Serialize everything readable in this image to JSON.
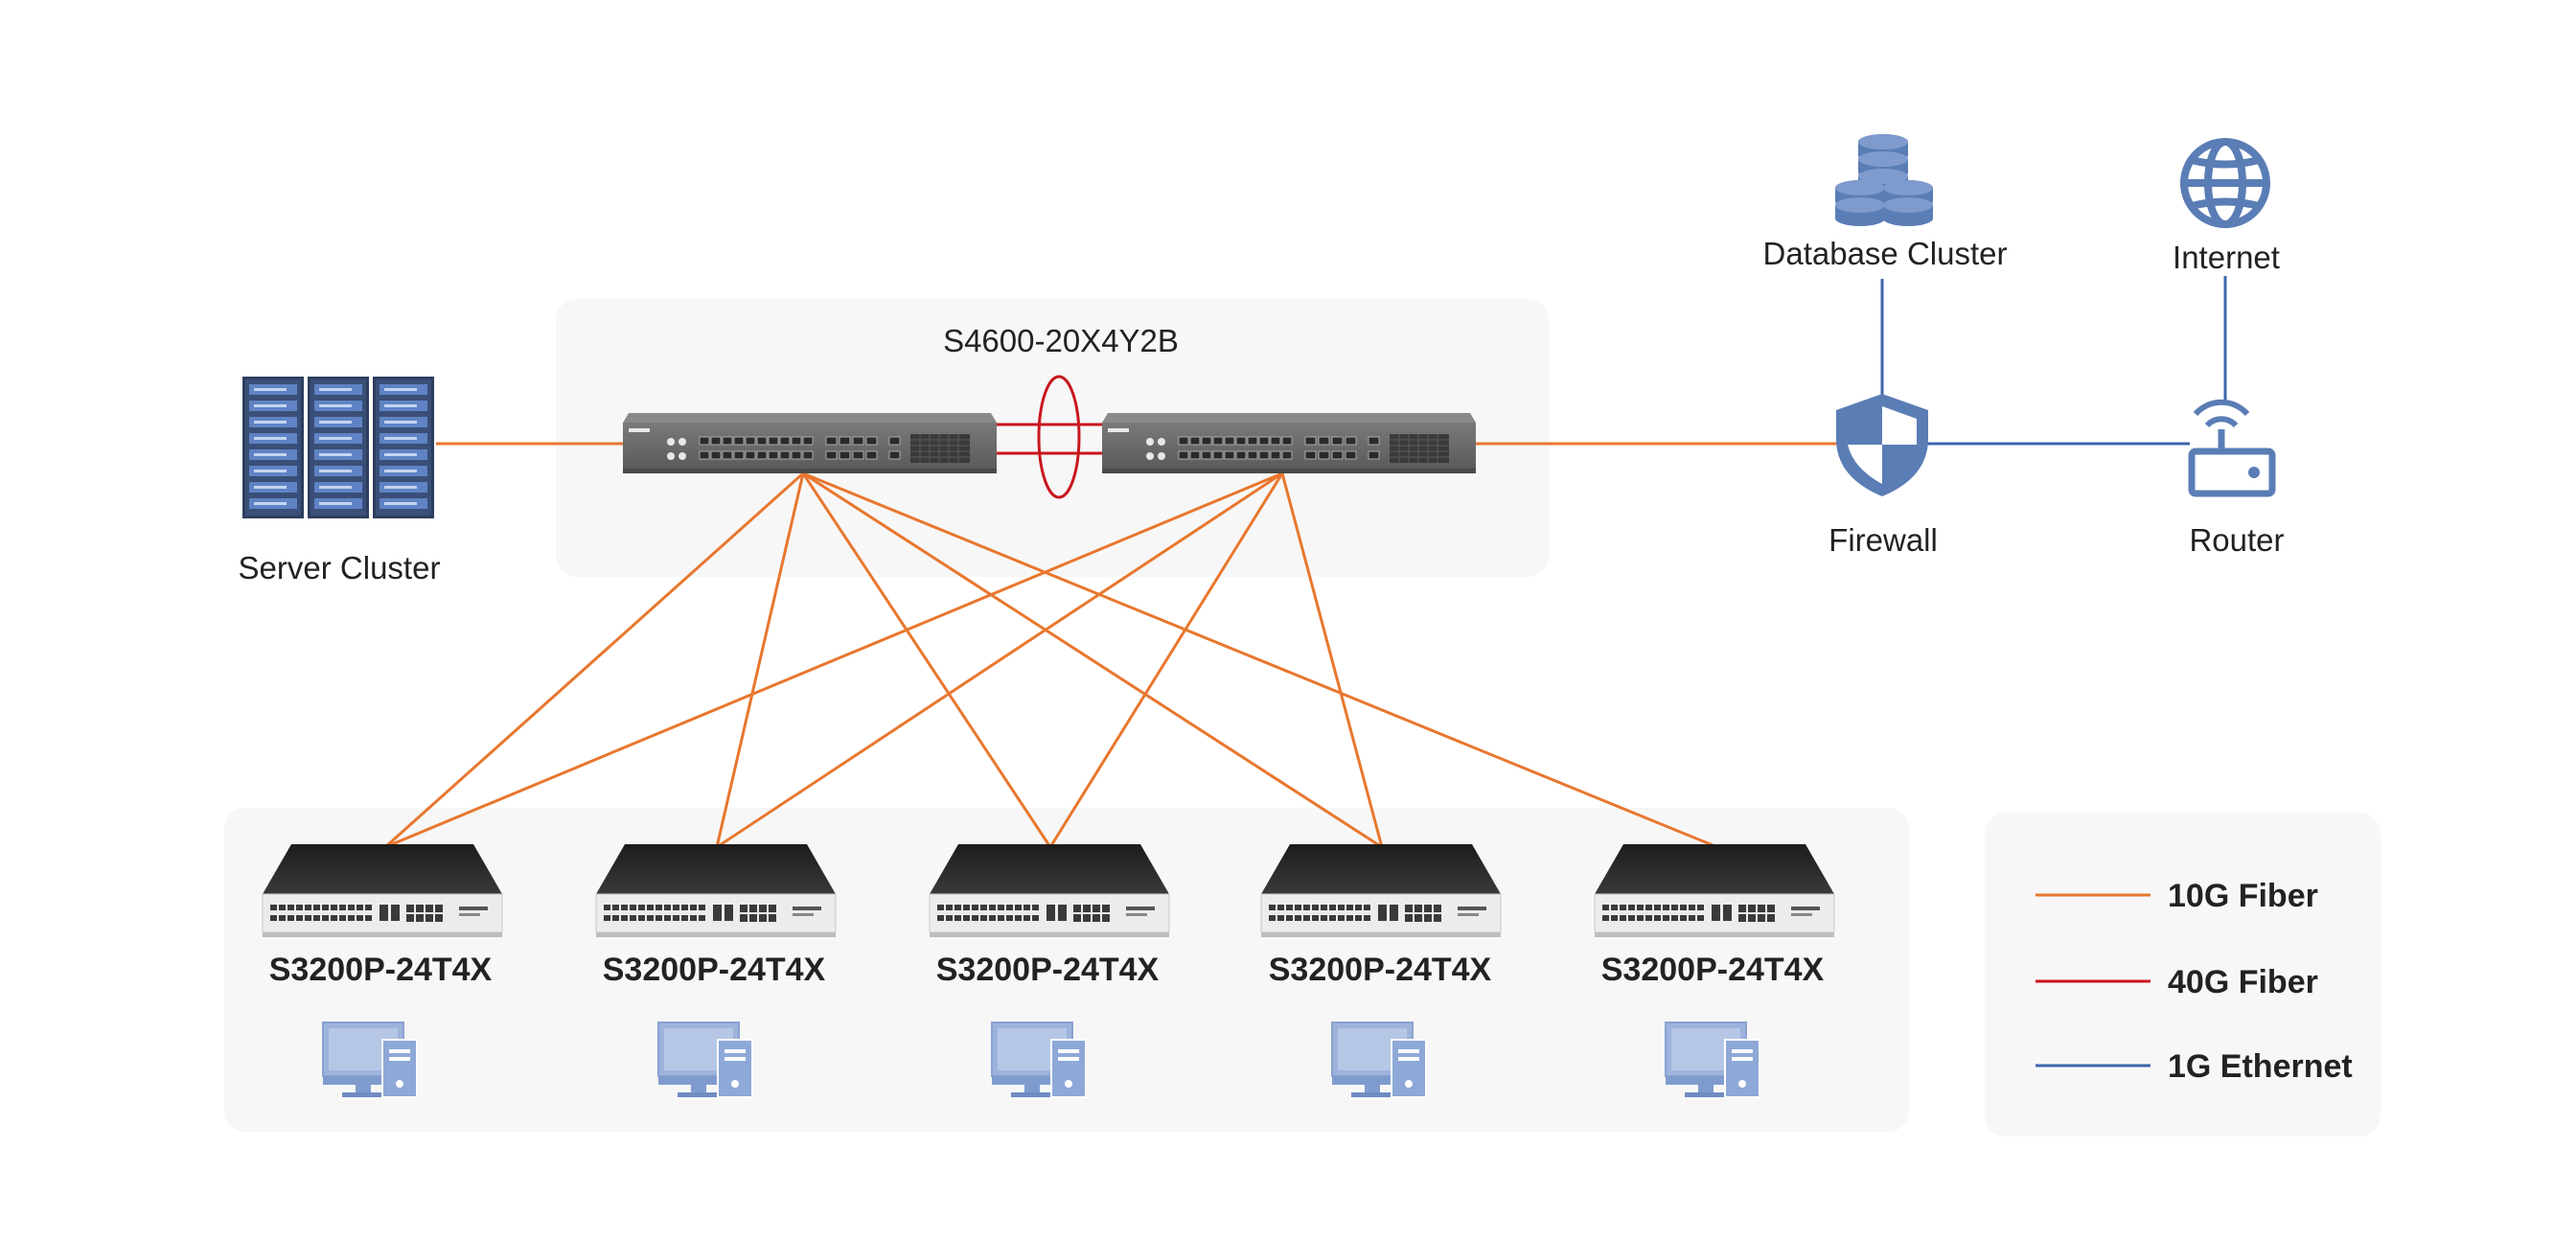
{
  "core_switch": {
    "label": "S4600-20X4Y2B"
  },
  "server_cluster": {
    "label": "Server Cluster"
  },
  "database_cluster": {
    "label": "Database Cluster"
  },
  "internet": {
    "label": "Internet"
  },
  "firewall": {
    "label": "Firewall"
  },
  "router": {
    "label": "Router"
  },
  "access_switches": [
    {
      "label": "S3200P-24T4X"
    },
    {
      "label": "S3200P-24T4X"
    },
    {
      "label": "S3200P-24T4X"
    },
    {
      "label": "S3200P-24T4X"
    },
    {
      "label": "S3200P-24T4X"
    }
  ],
  "legend": {
    "items": [
      {
        "label": "10G Fiber",
        "color": "#e8772e"
      },
      {
        "label": "40G Fiber",
        "color": "#c8161d"
      },
      {
        "label": "1G Ethernet",
        "color": "#3d64ad"
      }
    ]
  },
  "colors": {
    "fiber_10g": "#e8772e",
    "fiber_40g": "#c8161d",
    "ethernet_1g": "#3d64ad",
    "panel": "#f7f7f7",
    "device_blue": "#5a7db5",
    "pc_blue": "#8fa9d6"
  }
}
